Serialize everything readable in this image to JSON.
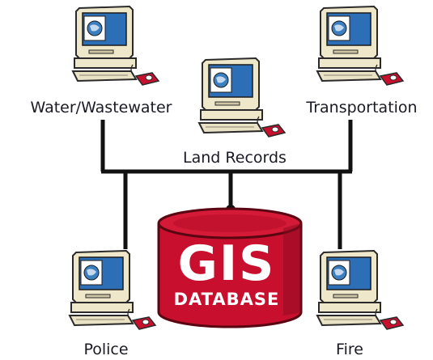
{
  "stations": {
    "water": {
      "label": "Water/Wastewater"
    },
    "transportation": {
      "label": "Transportation"
    },
    "land_records": {
      "label": "Land Records"
    },
    "police": {
      "label": "Police"
    },
    "fire": {
      "label": "Fire"
    }
  },
  "database": {
    "title": "GIS",
    "subtitle": "DATABASE"
  },
  "colors": {
    "line": "#111111",
    "database_red": "#c8102e",
    "database_dark": "#8a0a1f",
    "monitor_beige": "#efe7c9",
    "screen_blue": "#3b7fc1",
    "keyboard_red": "#c8102e"
  }
}
